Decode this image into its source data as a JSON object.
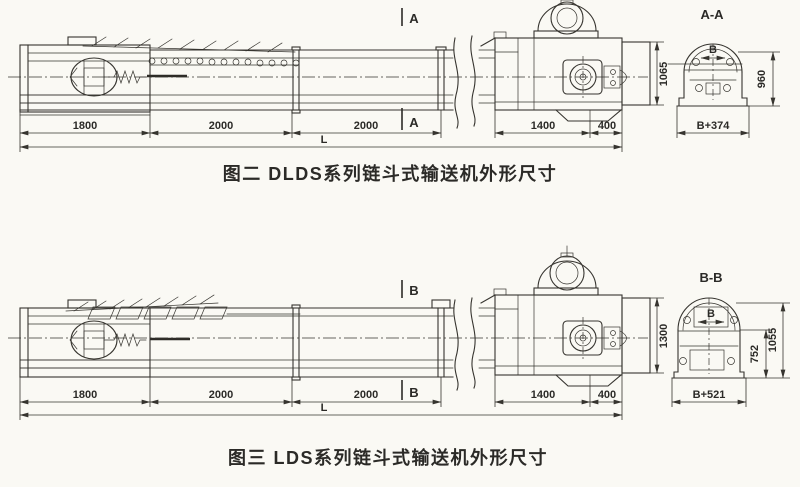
{
  "colors": {
    "paper": "#faf9f4",
    "ink": "#36342f"
  },
  "fig2": {
    "caption": "图二  DLDS系列链斗式输送机外形尺寸",
    "section_label": "A-A",
    "cut_mark": "A",
    "dims": {
      "tail": "1800",
      "mid1": "2000",
      "mid2": "2000",
      "overall": "L",
      "head": "1400",
      "end": "400",
      "height": "1065",
      "section_height": "960",
      "section_width": "B+374",
      "section_inner_width": "B"
    }
  },
  "fig3": {
    "caption": "图三  LDS系列链斗式输送机外形尺寸",
    "section_label": "B-B",
    "cut_mark": "B",
    "dims": {
      "tail": "1800",
      "mid1": "2000",
      "mid2": "2000",
      "overall": "L",
      "head": "1400",
      "end": "400",
      "height": "1300",
      "section_height_outer": "1055",
      "section_height_inner": "752",
      "section_width": "B+521",
      "section_inner_width": "B"
    }
  }
}
